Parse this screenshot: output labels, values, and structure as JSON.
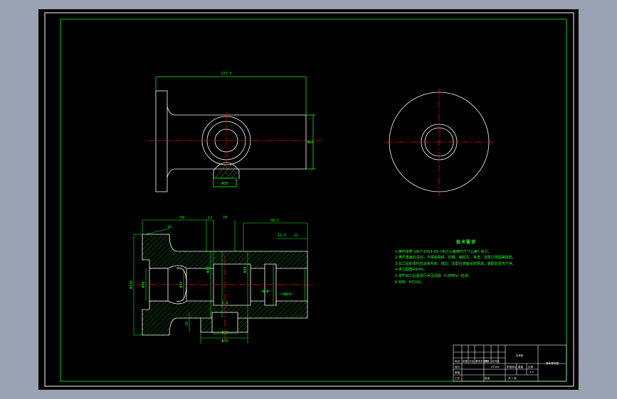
{
  "colors": {
    "background": "#9aa3b3",
    "sheet": "#000000",
    "frame": "#ffffff",
    "dimension": "#00ff00",
    "centerline": "#ff0000",
    "outline": "#ffffff",
    "text": "#21ff21"
  },
  "dimensions": {
    "top_overall_length": "227.5",
    "top_flange_height": "Φ60",
    "top_boss_width": "Φ30",
    "sec_flange_lip": "42",
    "sec_left_span": "58",
    "sec_mid_a": "12",
    "sec_mid_b": "78",
    "sec_right_span": "58.5",
    "sec_right_a": "12.5",
    "sec_right_b": "22",
    "sec_flange_dia": "Φ120",
    "sec_bore_left": "Φ50",
    "sec_bore_mid": "Φ36",
    "sec_bore_right": "Φ30",
    "sec_bore_small": "Φ40",
    "sec_groove": "3.8",
    "sec_chamfer": "11.6",
    "sec_boss_depth": "28",
    "sec_stub_inner": "Φ30",
    "sec_stub_outer": "Φ76",
    "sec_gap": "0.8"
  },
  "notes": {
    "title": "技术要求",
    "items": [
      "1.铸件按照 GB/T 6414-99《未注公差铸件尺寸公差》执行。",
      "2.铸件表面应清洁，不得有裂纹、砂眼、缩松孔、夹渣、浇冒口残留等缺陷。",
      "3.加工后的零件应去除毛刺、锐边，非配合表面涂防锈漆，装配前清洗干净。",
      "4.未注圆角R3-R5。",
      "5.零件加工后需进行水压试验（0.8MPa）检测。",
      "6.材料：HT200。"
    ]
  },
  "title_block": {
    "part_name": "支承体",
    "drawing_title": "泵体零件图",
    "scale_label": "比例",
    "scale": "1:2",
    "sheet_label": "共 1 张",
    "material_label": "HT200",
    "row_labels": [
      "标记",
      "处数",
      "分区",
      "更改文件号",
      "签名",
      "年月日"
    ],
    "design": "设计",
    "check": "审核",
    "process": "工艺",
    "approve": "批准",
    "stage_mark": "阶段标记",
    "weight": "重量"
  }
}
